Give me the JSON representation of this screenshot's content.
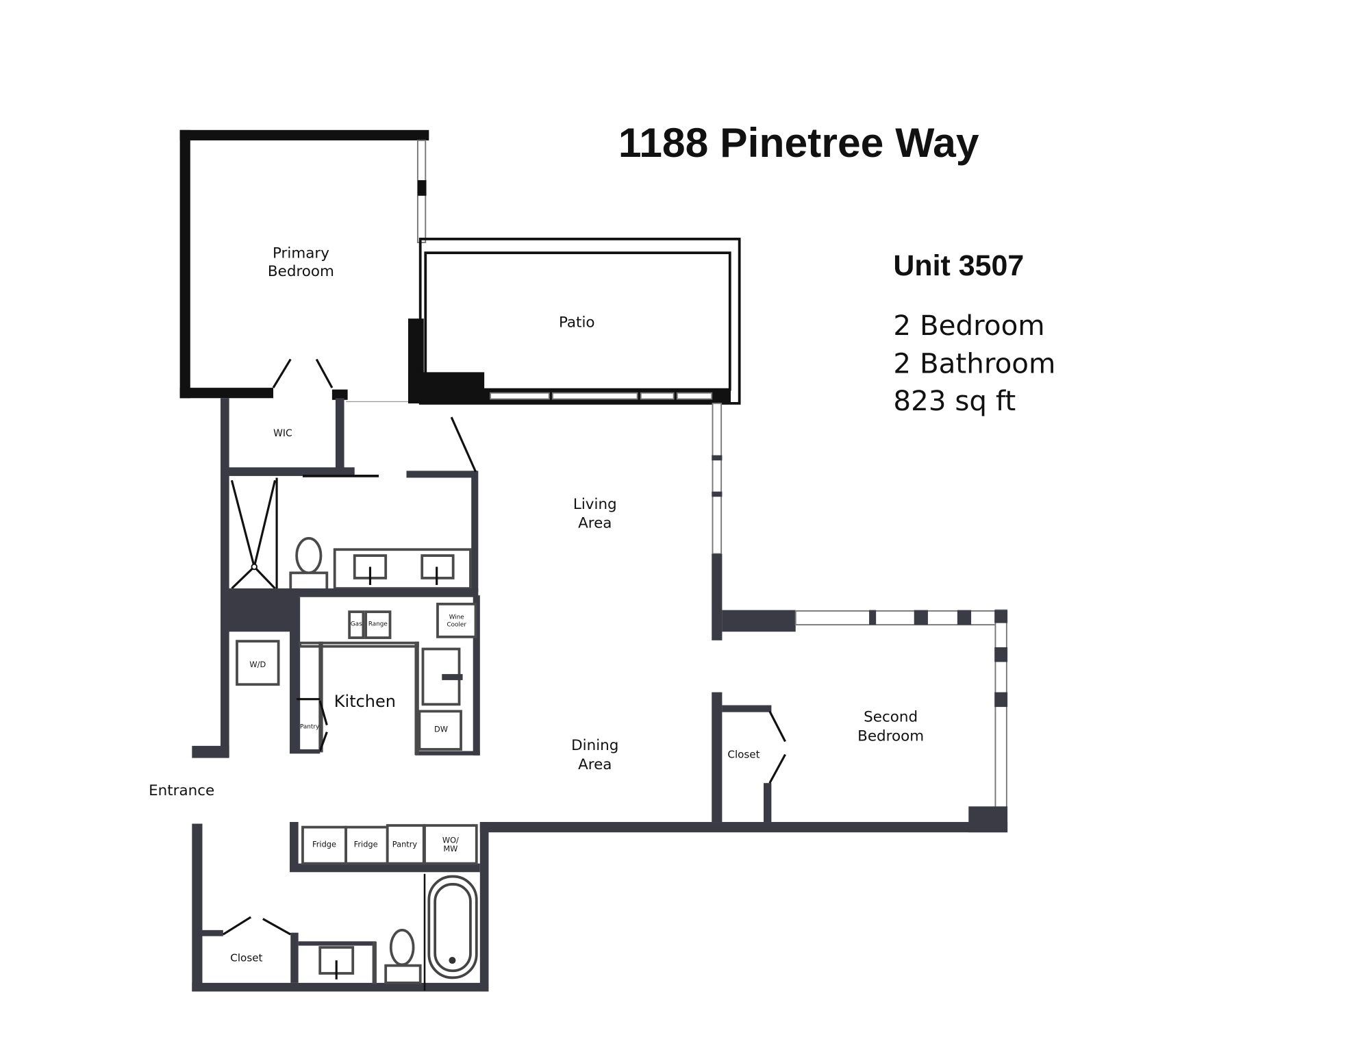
{
  "title": "1188 Pinetree Way",
  "unit": {
    "name": "Unit 3507",
    "bedrooms": "2 Bedroom",
    "bathrooms": "2 Bathroom",
    "area": "823 sq ft"
  },
  "rooms": {
    "primary_bedroom": [
      "Primary",
      "Bedroom"
    ],
    "patio": "Patio",
    "wic": "WIC",
    "living": [
      "Living",
      "Area"
    ],
    "dining": [
      "Dining",
      "Area"
    ],
    "kitchen": "Kitchen",
    "second_bedroom": [
      "Second",
      "Bedroom"
    ],
    "closet_second": "Closet",
    "closet_entry": "Closet",
    "entrance": "Entrance"
  },
  "fixtures": {
    "gas": "Gas",
    "range": "Range",
    "wine_cooler": [
      "Wine",
      "Cooler"
    ],
    "wd": "W/D",
    "pantry_kitchen": "Pantry",
    "dw": "DW",
    "fridge1": "Fridge",
    "fridge2": "Fridge",
    "pantry_hall": "Pantry",
    "wo_mw": [
      "WO/",
      "MW"
    ]
  }
}
